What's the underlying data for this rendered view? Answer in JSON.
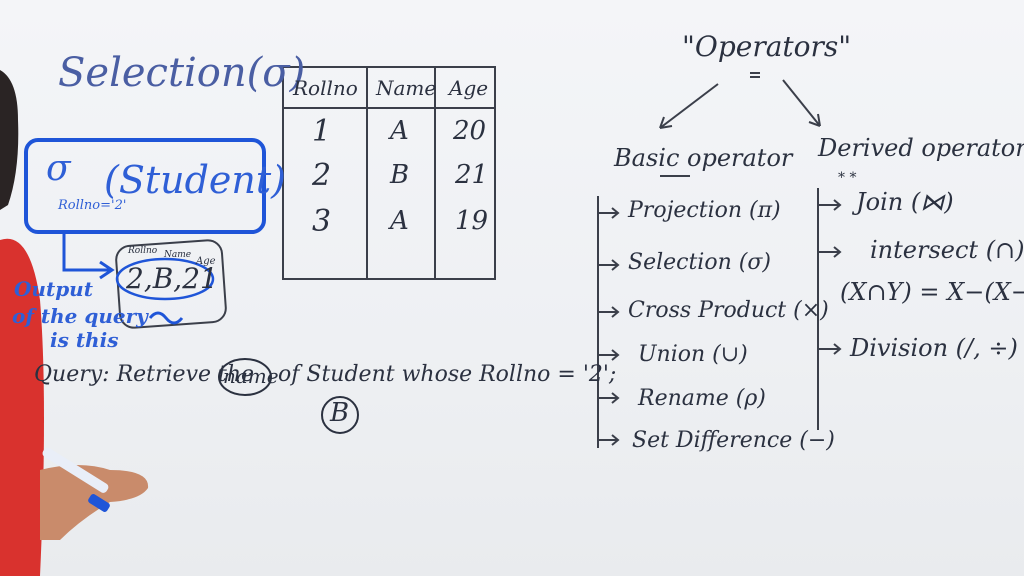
{
  "board": {
    "selection_title": "Selection(σ)",
    "selection_expr": {
      "sigma": "σ",
      "subscript": "Rollno='2'",
      "relation": "(Student)"
    },
    "table": {
      "headers": [
        "Rollno",
        "Name",
        "Age"
      ],
      "rows": [
        [
          "1",
          "A",
          "20"
        ],
        [
          "2",
          "B",
          "21"
        ],
        [
          "3",
          "A",
          "19"
        ]
      ]
    },
    "result": {
      "mini_headers": [
        "Rollno",
        "Name",
        "Age"
      ],
      "values": "2,B,21",
      "caption_lines": [
        "Output",
        "of the query",
        "is this"
      ]
    },
    "query": {
      "prefix": "Query: Retrieve the",
      "circled_word": "name",
      "suffix": "of Student whose Rollno = '2';",
      "answer": "B"
    },
    "operators": {
      "title": "\"Operators\"",
      "basic_heading": "Basic operator",
      "derived_heading": "Derived operator",
      "basic_items": [
        "Projection (π)",
        "Selection (σ)",
        "Cross Product (×)",
        "Union (∪)",
        "Rename (ρ)",
        "Set Difference (−)"
      ],
      "derived_items": [
        "Join (⋈)",
        "intersect (∩)",
        "Division (/, ÷)"
      ],
      "intersect_formula": "(X∩Y) = X−(X−Y)",
      "join_stars": "* *"
    }
  },
  "colors": {
    "ink_black": "#2b3140",
    "ink_blue": "#2f5fd6",
    "shirt_red": "#d9322e",
    "skin": "#c98b6b"
  }
}
